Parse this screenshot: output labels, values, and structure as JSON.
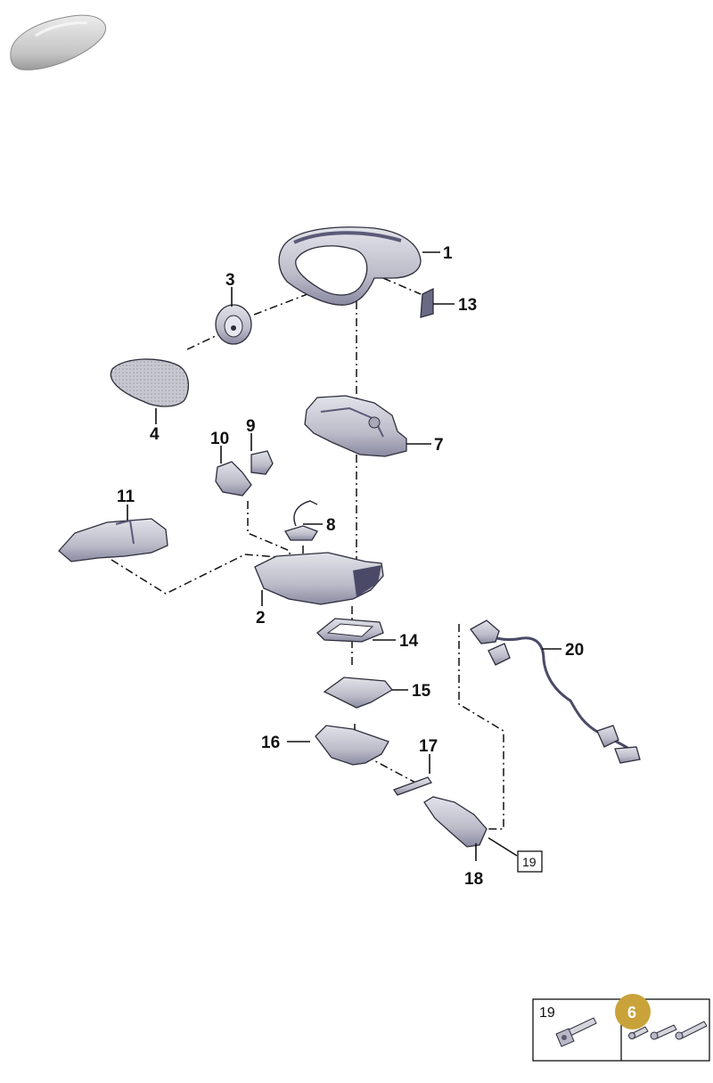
{
  "callouts": {
    "c1": "1",
    "c2": "2",
    "c3": "3",
    "c4": "4",
    "c7": "7",
    "c8": "8",
    "c9": "9",
    "c10": "10",
    "c11": "11",
    "c13": "13",
    "c14": "14",
    "c15": "15",
    "c16": "16",
    "c17": "17",
    "c18": "18",
    "c19": "19",
    "c20": "20"
  },
  "legend": {
    "cell_left_number": "19",
    "badge_number": "6"
  },
  "colors": {
    "part_fill": "#c9c9d3",
    "part_shadow": "#8d8da3",
    "part_dark": "#4a4a68",
    "badge": "#c9a23a"
  },
  "icons": {
    "car_thumbnail": "car-silhouette-icon",
    "screw": "screw-icon"
  }
}
